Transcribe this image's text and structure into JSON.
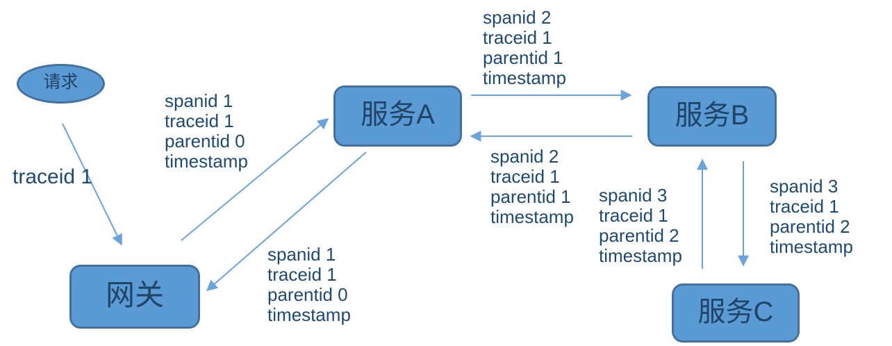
{
  "diagram": {
    "title_hint": "distributed-tracing-flow",
    "nodes": {
      "request": {
        "label": "请求",
        "shape": "ellipse"
      },
      "gateway": {
        "label": "网关",
        "shape": "rounded-rect"
      },
      "service_a": {
        "label": "服务A",
        "shape": "rounded-rect"
      },
      "service_b": {
        "label": "服务B",
        "shape": "rounded-rect"
      },
      "service_c": {
        "label": "服务C",
        "shape": "rounded-rect"
      }
    },
    "edge_labels": {
      "request_trace": {
        "lines": [
          "traceid 1"
        ]
      },
      "gateway_to_a": {
        "lines": [
          "spanid 1",
          "traceid 1",
          "parentid 0",
          "timestamp"
        ]
      },
      "a_to_gateway": {
        "lines": [
          "spanid 1",
          "traceid 1",
          "parentid 0",
          "timestamp"
        ]
      },
      "a_to_b": {
        "lines": [
          "spanid 2",
          "traceid 1",
          "parentid 1",
          "timestamp"
        ]
      },
      "b_to_a": {
        "lines": [
          "spanid 2",
          "traceid 1",
          "parentid 1",
          "timestamp"
        ]
      },
      "c_to_b": {
        "lines": [
          "spanid 3",
          "traceid 1",
          "parentid 2",
          "timestamp"
        ]
      },
      "b_to_c": {
        "lines": [
          "spanid 3",
          "traceid 1",
          "parentid 2",
          "timestamp"
        ]
      }
    },
    "edges": [
      {
        "from": "request",
        "to": "gateway"
      },
      {
        "from": "gateway",
        "to": "service_a"
      },
      {
        "from": "service_a",
        "to": "gateway"
      },
      {
        "from": "service_a",
        "to": "service_b"
      },
      {
        "from": "service_b",
        "to": "service_a"
      },
      {
        "from": "service_c",
        "to": "service_b"
      },
      {
        "from": "service_b",
        "to": "service_c"
      }
    ],
    "colors": {
      "node_fill": "#5B9BD5",
      "node_border": "#41719C",
      "node_text": "#1F4467",
      "label_text": "#1E4A72",
      "arrow": "#6BA3DC",
      "background": "#FFFFFF"
    }
  }
}
